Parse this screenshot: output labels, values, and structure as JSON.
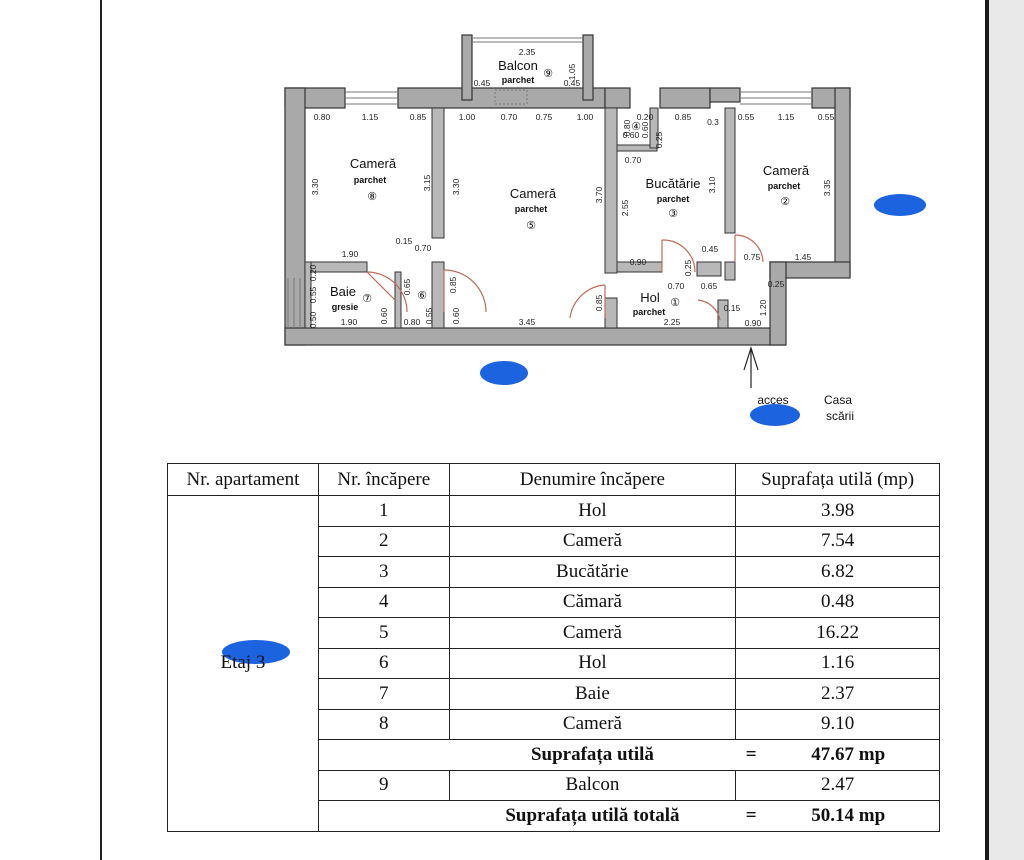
{
  "plan": {
    "balcony": {
      "name": "Balcon",
      "floor": "parchet",
      "num": "⑨",
      "dim_top": "2.35",
      "dim_side": "1.05",
      "dim_left": "0.45",
      "dim_right": "0.45"
    },
    "room8": {
      "name": "Cameră",
      "floor": "parchet",
      "num": "⑧"
    },
    "room5": {
      "name": "Cameră",
      "floor": "parchet",
      "num": "⑤"
    },
    "room3": {
      "name": "Bucătărie",
      "floor": "parchet",
      "num": "③"
    },
    "room2": {
      "name": "Cameră",
      "floor": "parchet",
      "num": "②"
    },
    "room1": {
      "name": "Hol",
      "floor": "parchet",
      "num": "①"
    },
    "room7": {
      "name": "Baie",
      "floor": "gresie",
      "num": "⑦"
    },
    "room6": {
      "num": "⑥"
    },
    "room4": {
      "num": "④"
    },
    "dims": {
      "d080": "0.80",
      "d115a": "1.15",
      "d085a": "0.85",
      "d100a": "1.00",
      "d070a": "0.70",
      "d075a": "0.75",
      "d100b": "1.00",
      "d080b": "0.80",
      "d060a": "0.60",
      "d020": "0.20",
      "d085b": "0.85",
      "d03": "0.3",
      "d055a": "0.55",
      "d115b": "1.15",
      "d055b": "0.55",
      "d330a": "3.30",
      "d315": "3.15",
      "d330b": "3.30",
      "d370": "3.70",
      "d255": "2.55",
      "d310": "3.10",
      "d335": "3.35",
      "d070b": "0.70",
      "d190a": "1.90",
      "d015a": "0.15",
      "d070c": "0.70",
      "d090a": "0.90",
      "d045": "0.45",
      "d075b": "0.75",
      "d145": "1.45",
      "d070d": "0.70",
      "d065a": "0.65",
      "d025a": "0.25",
      "d025b": "0.25",
      "d065b": "0.65",
      "d085c": "0.85",
      "d050": "0.50",
      "d055c": "0.55",
      "d020b": "0.20",
      "d190b": "1.90",
      "d060b": "0.60",
      "d080c": "0.80",
      "d055d": "0.55",
      "d345": "3.45",
      "d085d": "0.85",
      "d225": "2.25",
      "d015b": "0.15",
      "d090b": "0.90",
      "d120": "1.20",
      "d025c": "0.25",
      "d060c": "0.60",
      "d060d": "0.60"
    },
    "access": "acces",
    "stairs_1": "Casa",
    "stairs_2": "scării"
  },
  "table": {
    "headers": [
      "Nr. apartament",
      "Nr. încăpere",
      "Denumire încăpere",
      "Suprafața utilă (mp)"
    ],
    "apartment": "Etaj 3",
    "rows": [
      {
        "nr": "1",
        "name": "Hol",
        "area": "3.98"
      },
      {
        "nr": "2",
        "name": "Cameră",
        "area": "7.54"
      },
      {
        "nr": "3",
        "name": "Bucătărie",
        "area": "6.82"
      },
      {
        "nr": "4",
        "name": "Cămară",
        "area": "0.48"
      },
      {
        "nr": "5",
        "name": "Cameră",
        "area": "16.22"
      },
      {
        "nr": "6",
        "name": "Hol",
        "area": "1.16"
      },
      {
        "nr": "7",
        "name": "Baie",
        "area": "2.37"
      },
      {
        "nr": "8",
        "name": "Cameră",
        "area": "9.10"
      }
    ],
    "subtotal": {
      "label": "Suprafața utilă",
      "eq": "=",
      "value": "47.67 mp"
    },
    "balcony_row": {
      "nr": "9",
      "name": "Balcon",
      "area": "2.47"
    },
    "total": {
      "label": "Suprafața utilă  totală",
      "eq": "=",
      "value": "50.14 mp"
    }
  },
  "colors": {
    "redaction": "#1c63e0",
    "wall": "#a8a8a8",
    "wall_edge": "#333333",
    "door_arc": "#d0705a"
  }
}
